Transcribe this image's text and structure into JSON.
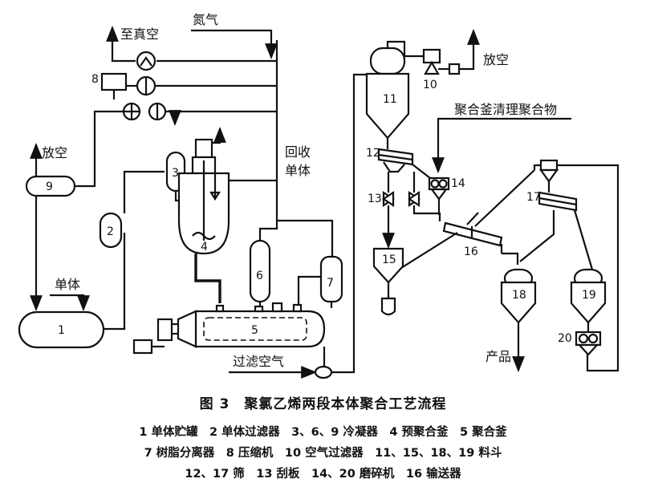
{
  "labels": {
    "vacuum": "至真空",
    "nitrogen": "氮气",
    "vent_left": "放空",
    "vent_right": "放空",
    "recover_1": "回收",
    "recover_2": "单体",
    "monomer": "单体",
    "filtered_air": "过滤空气",
    "cleanup": "聚合釜清理聚合物",
    "product": "产品"
  },
  "numbers": {
    "n1": "1",
    "n2": "2",
    "n3": "3",
    "n4": "4",
    "n5": "5",
    "n6": "6",
    "n7": "7",
    "n8": "8",
    "n9": "9",
    "n10": "10",
    "n11": "11",
    "n12": "12",
    "n13": "13",
    "n14": "14",
    "n15": "15",
    "n16": "16",
    "n17": "17",
    "n18": "18",
    "n19": "19",
    "n20": "20"
  },
  "caption": {
    "title": "图 3　聚氯乙烯两段本体聚合工艺流程",
    "line1": "1 单体贮罐　2 单体过滤器　3、6、9 冷凝器　4 预聚合釜　5 聚合釜",
    "line2": "7 树脂分离器　8 压缩机　10 空气过滤器　11、15、18、19 料斗",
    "line3": "12、17 筛　13 刮板　14、20 磨碎机　16 输送器"
  }
}
